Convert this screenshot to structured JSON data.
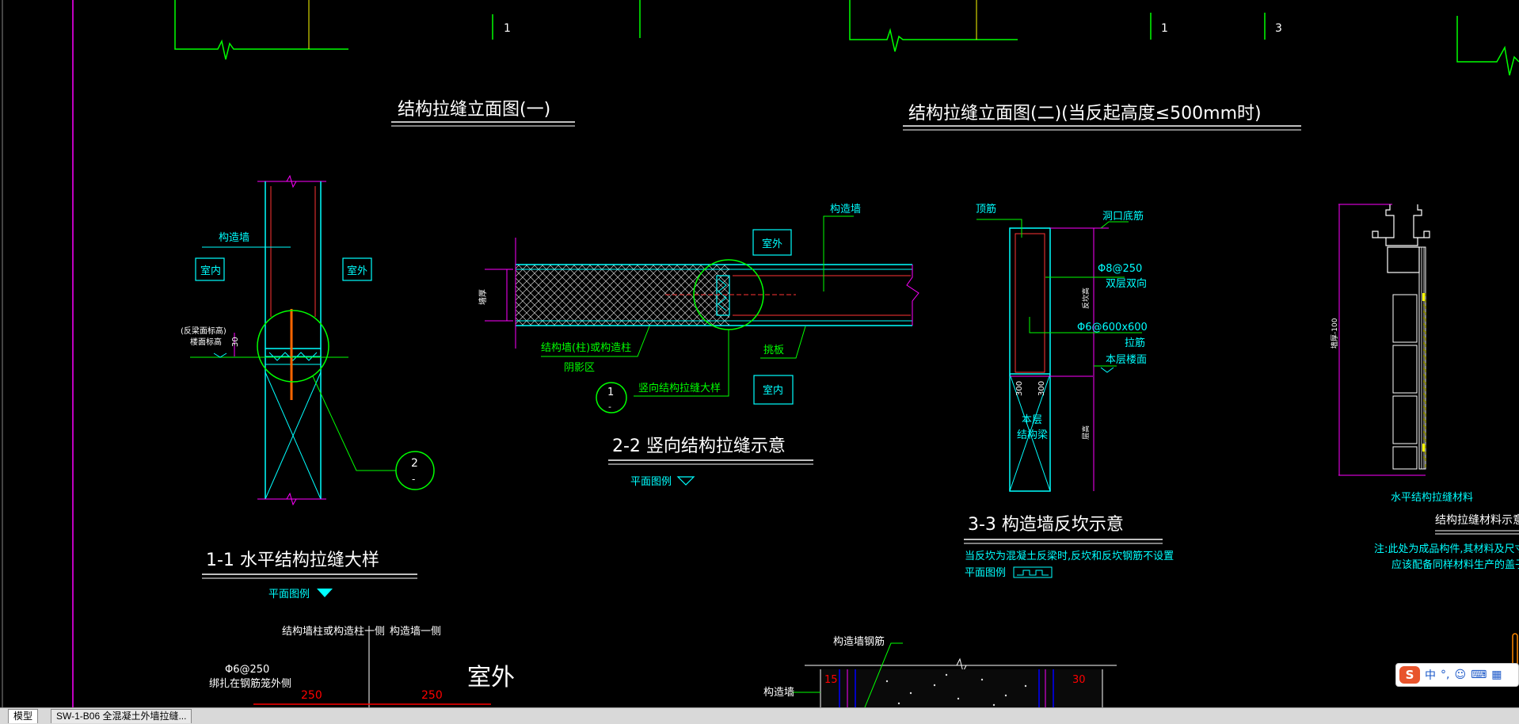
{
  "colors": {
    "background": "#000000",
    "green": "#00ff00",
    "cyan": "#00ffff",
    "magenta": "#ff00ff",
    "white": "#ffffff",
    "red": "#ff0000",
    "yellow": "#ffff00"
  },
  "drawing": {
    "top_numbers": {
      "n1": "1",
      "n2": "1",
      "n3": "3"
    },
    "title1": "结构拉缝立面图(一)",
    "title2": "结构拉缝立面图(二)(当反起高度≤500mm时)",
    "section11": {
      "title": "1-1 水平结构拉缝大样",
      "subtitle": "平面图例",
      "label_wall": "构造墙",
      "box_indoor": "室内",
      "box_outdoor": "室外",
      "note1": "(反梁面标高)",
      "note2": "楼面标高",
      "dim30": "30",
      "callout": "2",
      "callout_sub": "-"
    },
    "section22": {
      "title": "2-2 竖向结构拉缝示意",
      "subtitle": "平面图例",
      "label_wall": "构造墙",
      "box_outdoor": "室外",
      "box_indoor": "室内",
      "label_struct": "结构墙(柱)或构造柱",
      "label_shade": "阴影区",
      "label_board": "挑板",
      "label_detail": "竖向结构拉缝大样",
      "callout": "1",
      "callout_sub": "-",
      "dim_left": "墙厚"
    },
    "section33": {
      "title": "3-3 构造墙反坎示意",
      "note": "当反坎为混凝土反梁时,反坎和反坎钢筋不设置",
      "legend": "平面图例",
      "label_top": "顶筋",
      "label_hole": "洞口底筋",
      "label_rebar1": "Φ8@250",
      "label_rebar1b": "双层双向",
      "label_rebar2": "Φ6@600x600",
      "label_rebar2b": "拉筋",
      "label_floor": "本层楼面",
      "label_beam1": "本层",
      "label_beam2": "结构梁",
      "dim1": "300",
      "dim2": "300",
      "side1": "反坎高",
      "side2": "层高"
    },
    "material": {
      "caption1": "水平结构拉缝材料",
      "caption2": "结构拉缝材料示意",
      "note1": "注:此处为成品构件,其材料及尺寸均由厂家",
      "note2": "应该配备同样材料生产的盖子,以保证",
      "dim": "墙厚-100"
    },
    "bottom": {
      "label_col": "结构墙柱或构造柱一侧",
      "label_wall": "构造墙一侧",
      "rebar": "Φ6@250",
      "rebar_note": "绑扎在钢筋笼外侧",
      "outdoor": "室外",
      "dim250a": "250",
      "dim250b": "250",
      "label_rebar": "构造墙钢筋",
      "label_wall2": "构造墙",
      "dim15": "15",
      "dim30": "30"
    }
  },
  "tabs": {
    "model": "模型",
    "layout": "SW-1-B06 全混凝土外墙拉缝..."
  },
  "ime": {
    "logo": "S",
    "lang": "中",
    "punct": "°,",
    "emoji": "☺",
    "keyboard": "⌨",
    "grid": "▦"
  }
}
